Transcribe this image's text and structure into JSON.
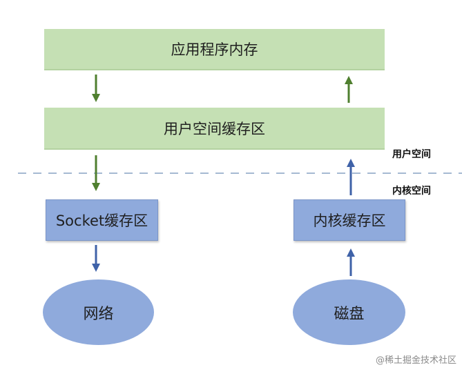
{
  "boxes": {
    "app_memory": "应用程序内存",
    "user_buffer": "用户空间缓存区",
    "socket_buffer": "Socket缓存区",
    "kernel_buffer": "内核缓存区",
    "network": "网络",
    "disk": "磁盘"
  },
  "labels": {
    "user_space": "用户空间",
    "kernel_space": "内核空间"
  },
  "watermark": "@稀土掘金技术社区",
  "colors": {
    "green_box": "#c5e0b4",
    "blue_box": "#8faadc",
    "green_arrow": "#4f7f2f",
    "blue_arrow": "#3f62a8",
    "divider": "#6f8fb8"
  }
}
